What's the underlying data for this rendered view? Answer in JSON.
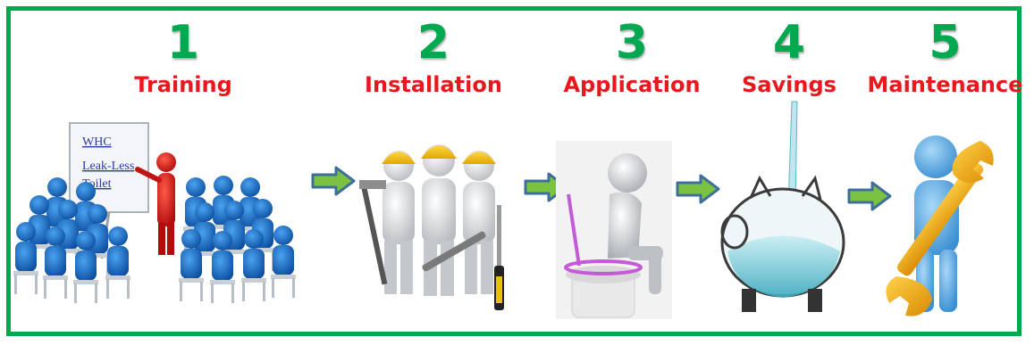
{
  "steps": [
    {
      "number": "1",
      "label": "Training"
    },
    {
      "number": "2",
      "label": "Installation"
    },
    {
      "number": "3",
      "label": "Application"
    },
    {
      "number": "4",
      "label": "Savings"
    },
    {
      "number": "5",
      "label": "Maintenance"
    }
  ],
  "whiteboard": {
    "line1": "WHC",
    "line2": "Leak-Less",
    "line3": "Toilet"
  },
  "colors": {
    "frame": "#00a94f",
    "number": "#00a94f",
    "label": "#e8181d",
    "figure_blue": "#1565c0",
    "arrow_green": "#7cc242"
  }
}
